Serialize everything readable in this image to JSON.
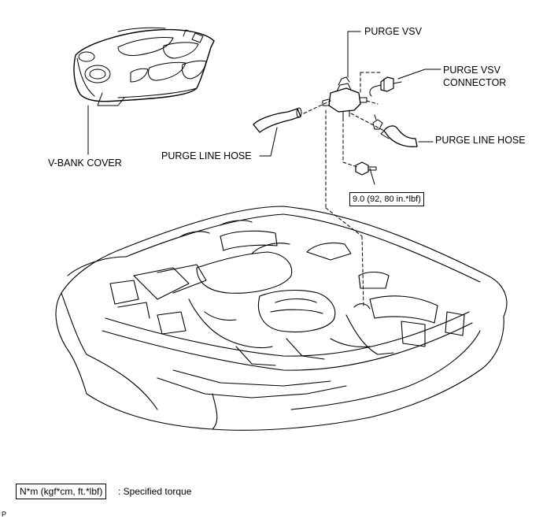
{
  "labels": {
    "purge_vsv": "PURGE VSV",
    "purge_vsv_connector_line1": "PURGE VSV",
    "purge_vsv_connector_line2": "CONNECTOR",
    "purge_line_hose_right": "PURGE LINE HOSE",
    "purge_line_hose_left": "PURGE LINE HOSE",
    "v_bank_cover": "V-BANK COVER",
    "torque_value": "9.0 (92, 80 in.*lbf)"
  },
  "legend": {
    "unit_box": "N*m (kgf*cm, ft.*lbf)",
    "description": ": Specified torque"
  },
  "figure_code": "P",
  "colors": {
    "line": "#000000",
    "background": "#ffffff"
  }
}
